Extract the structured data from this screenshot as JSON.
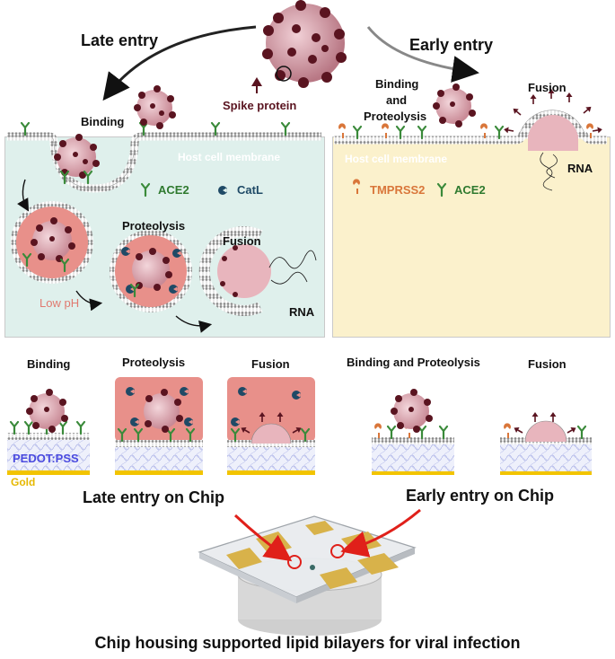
{
  "labels": {
    "late_entry": "Late entry",
    "early_entry": "Early entry",
    "spike_protein": "Spike protein",
    "binding_late": "Binding",
    "host_membrane_left": "Host cell membrane",
    "host_membrane_right": "Host cell membrane",
    "ace2_left": "ACE2",
    "catl": "CatL",
    "proteolysis_late": "Proteolysis",
    "fusion_late": "Fusion",
    "low_ph": "Low pH",
    "rna_left": "RNA",
    "binding_and_proteolysis_1": "Binding",
    "binding_and_proteolysis_2": "and",
    "binding_and_proteolysis_3": "Proteolysis",
    "fusion_early": "Fusion",
    "rna_right": "RNA",
    "tmprss2": "TMPRSS2",
    "ace2_right": "ACE2",
    "chip_binding": "Binding",
    "chip_proteolysis": "Proteolysis",
    "chip_fusion_late": "Fusion",
    "chip_binding_proteolysis": "Binding and Proteolysis",
    "chip_fusion_early": "Fusion",
    "pedot": "PEDOT:PSS",
    "gold": "Gold",
    "late_on_chip": "Late entry on Chip",
    "early_on_chip": "Early entry on Chip",
    "caption": "Chip housing supported lipid bilayers for viral infection"
  },
  "colors": {
    "virus": "#7a2a3a",
    "virus_spike": "#5a1420",
    "late_panel": "#dff0ec",
    "early_panel": "#fbf1cc",
    "low_ph": "#e8908a",
    "ace2": "#3a8a3a",
    "catl": "#1f4a66",
    "tmprss2": "#d9763a",
    "pedot": "#4a4adf",
    "gold": "#f2c400",
    "arrow_red": "#e0201a"
  }
}
